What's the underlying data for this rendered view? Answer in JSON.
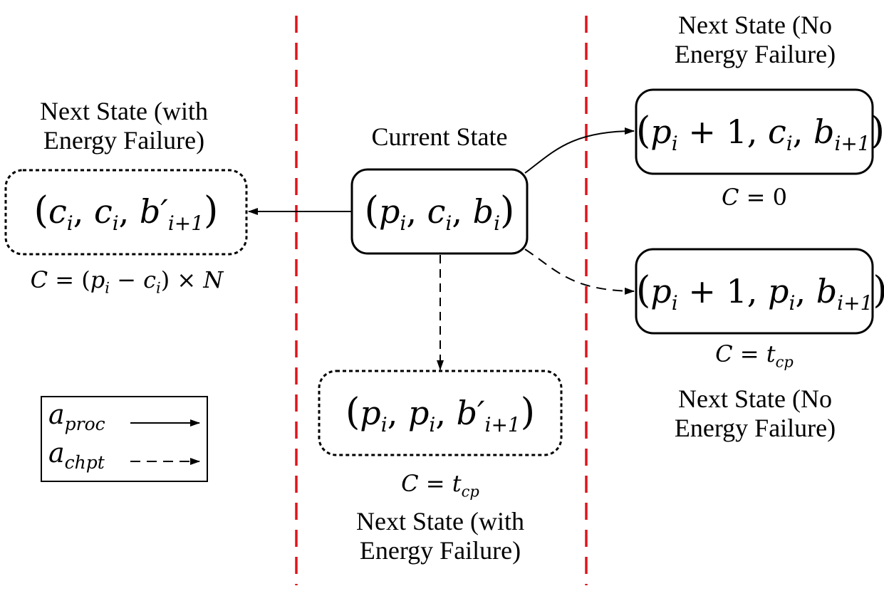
{
  "labels": {
    "current_state": "Current State",
    "left_next_line1": "Next State (with",
    "left_next_line2": "Energy Failure)",
    "top_right_line1": "Next State (No",
    "top_right_line2": "Energy Failure)",
    "bottom_right_line1": "Next State (No",
    "bottom_right_line2": "Energy Failure)",
    "bottom_center_line1": "Next State (with",
    "bottom_center_line2": "Energy Failure)"
  },
  "states": {
    "current": {
      "a": "p",
      "b": "c",
      "c": "b",
      "sub_a": "i",
      "sub_b": "i",
      "sub_c": "i"
    },
    "left": {
      "a": "c",
      "b": "c",
      "c": "b′",
      "sub_a": "i",
      "sub_b": "i",
      "sub_c": "i+1"
    },
    "top_right": {
      "a": "p",
      "a_plus": "+ 1,",
      "b": "c",
      "c": "b",
      "sub_a": "i",
      "sub_b": "i",
      "sub_c": "i+1"
    },
    "mid_right": {
      "a": "p",
      "a_plus": "+ 1,",
      "b": "p",
      "c": "b",
      "sub_a": "i",
      "sub_b": "i",
      "sub_c": "i+1"
    },
    "bottom": {
      "a": "p",
      "b": "p",
      "c": "b′",
      "sub_a": "i",
      "sub_b": "i",
      "sub_c": "i+1"
    }
  },
  "costs": {
    "left": {
      "lhs": "C",
      "eq": "=",
      "expr_open": "(",
      "p": "p",
      "p_sub": "i",
      "minus": "−",
      "c": "c",
      "c_sub": "i",
      "expr_close": ")",
      "times": "×",
      "n": "N"
    },
    "top_right": {
      "lhs": "C",
      "eq": "=",
      "value": "0"
    },
    "mid_right": {
      "lhs": "C",
      "eq": "=",
      "t": "t",
      "t_sub": "cp"
    },
    "bottom": {
      "lhs": "C",
      "eq": "=",
      "t": "t",
      "t_sub": "cp"
    }
  },
  "legend": {
    "proc": {
      "base": "a",
      "sub": "proc"
    },
    "chpt": {
      "base": "a",
      "sub": "chpt"
    }
  },
  "colors": {
    "divider": "#e0141b",
    "stroke": "#000000"
  }
}
